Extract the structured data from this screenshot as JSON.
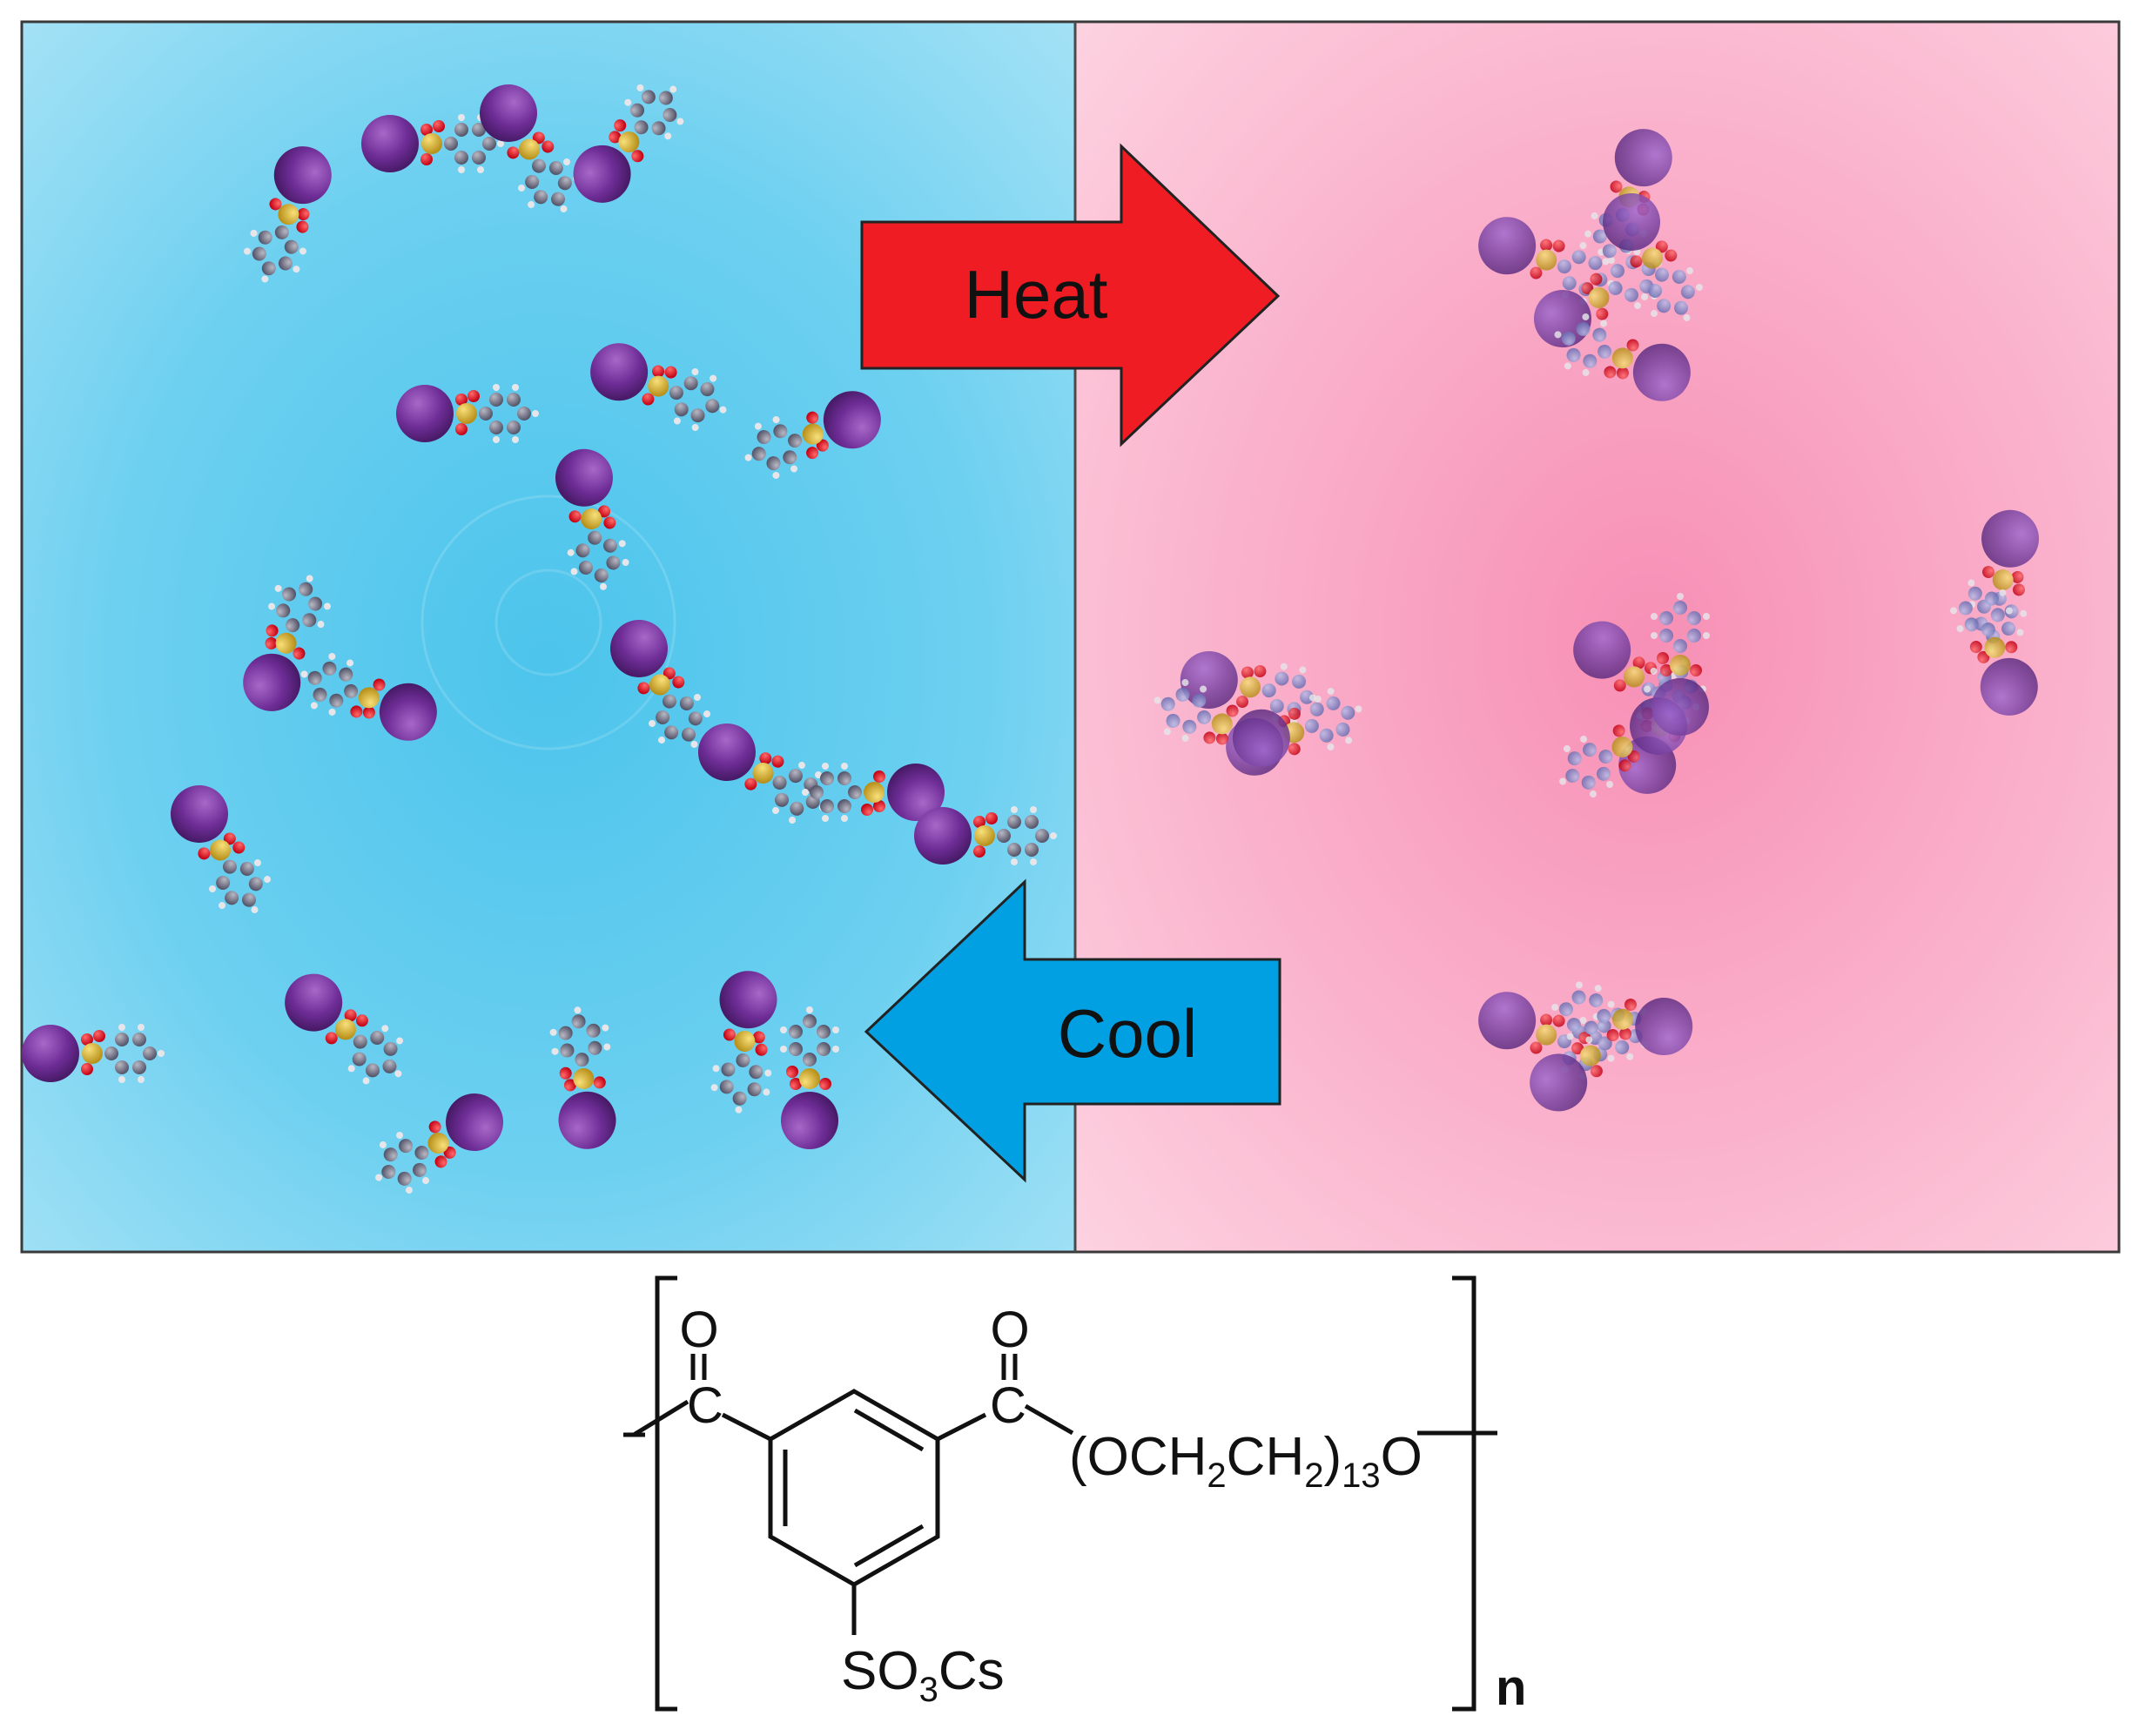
{
  "arrows": {
    "heat": {
      "label": "Heat",
      "color": "#ef1c24"
    },
    "cool": {
      "label": "Cool",
      "color": "#00a0e3"
    }
  },
  "panels": {
    "cold": {
      "color": "#4fc6ec"
    },
    "hot": {
      "color": "#f798bb"
    }
  },
  "structure": {
    "carbonyl_o": "O",
    "carbonyl_c": "C",
    "ether_o": "O",
    "chain": {
      "open": "(OCH",
      "sub1": "2",
      "mid": "CH",
      "sub2": "2",
      "close": ")",
      "repeat": "13",
      "tail": "O"
    },
    "sulfonate": {
      "part1": "SO",
      "sub": "3",
      "part2": "Cs"
    },
    "repeat_label": "n"
  }
}
